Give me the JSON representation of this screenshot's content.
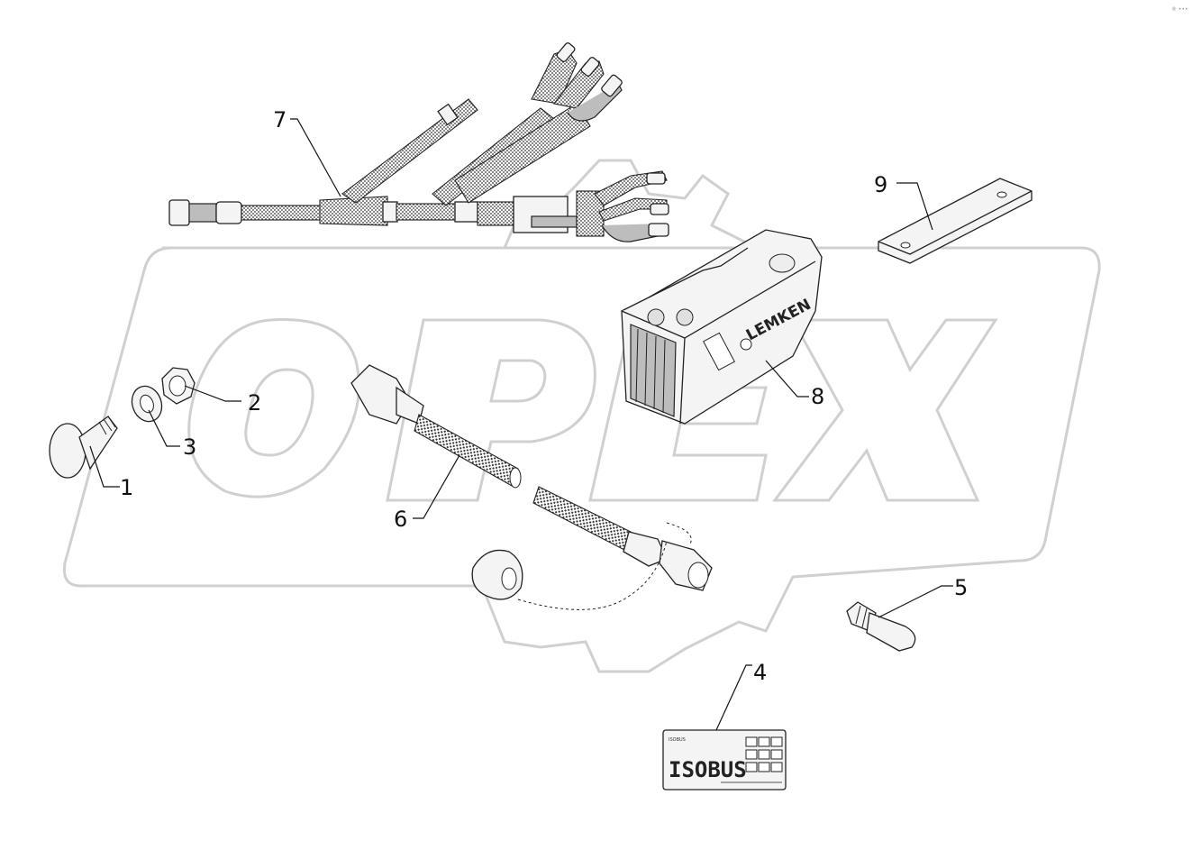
{
  "corner_mark": "® •••",
  "watermark": {
    "text": "OPEX"
  },
  "callouts": [
    {
      "id": "1",
      "label": "1"
    },
    {
      "id": "2",
      "label": "2"
    },
    {
      "id": "3",
      "label": "3"
    },
    {
      "id": "4",
      "label": "4"
    },
    {
      "id": "5",
      "label": "5"
    },
    {
      "id": "6",
      "label": "6"
    },
    {
      "id": "7",
      "label": "7"
    },
    {
      "id": "8",
      "label": "8"
    },
    {
      "id": "9",
      "label": "9"
    }
  ],
  "control_box": {
    "brand": "LEMKEN"
  },
  "isobus_label": {
    "brand": "ISOBUS"
  },
  "colors": {
    "line": "#222222",
    "watermark": "#d0d0d0",
    "background": "#ffffff"
  }
}
